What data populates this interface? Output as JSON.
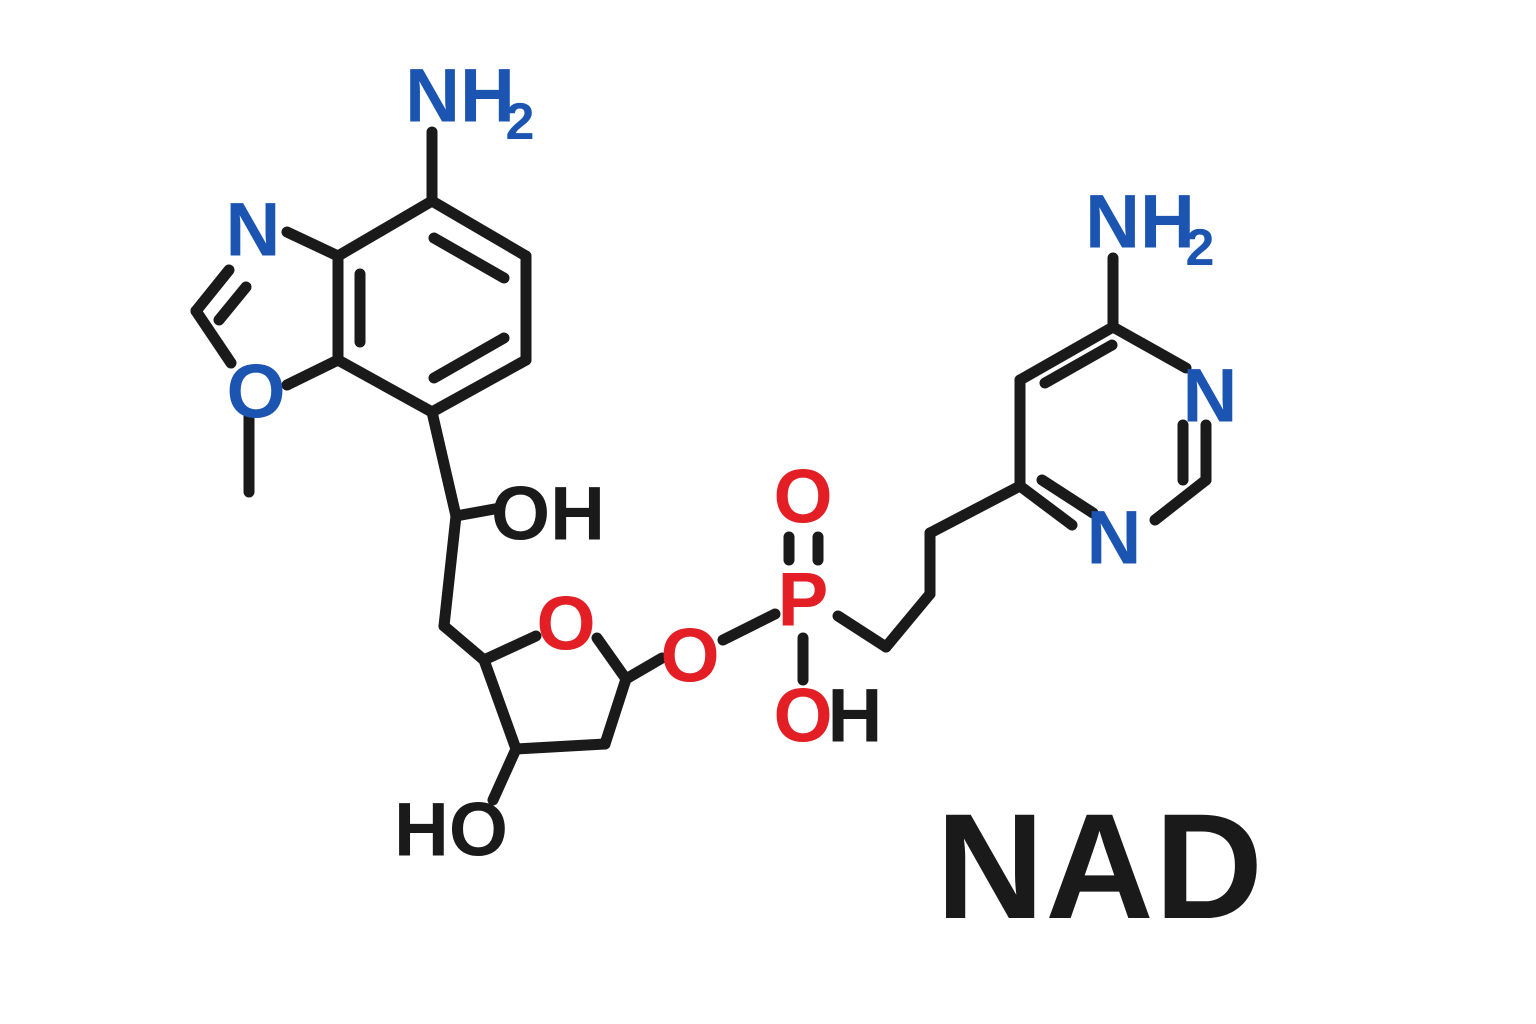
{
  "document": {
    "title": "NAD",
    "kind": "chemical-structure-diagram",
    "background_color": "#ffffff"
  },
  "palette": {
    "bond_black": "#1a1a1a",
    "nitrogen_blue": "#1c54b2",
    "oxygen_red": "#e31e24",
    "phosphorus_red": "#e31e24",
    "carbon_black": "#1a1a1a"
  },
  "caption": {
    "text": "NAD"
  },
  "labels": {
    "amine_left": {
      "element": "NH",
      "subscript": "2",
      "color": "#1c54b2"
    },
    "amine_right": {
      "element": "NH",
      "subscript": "2",
      "color": "#1c54b2"
    },
    "oxazole_nitrogen": {
      "element": "N",
      "color": "#1c54b2"
    },
    "oxazole_oxygen": {
      "element": "O",
      "color": "#1c54b2"
    },
    "pyrimidine_n1": {
      "element": "N",
      "color": "#1c54b2"
    },
    "pyrimidine_n3": {
      "element": "N",
      "color": "#1c54b2"
    },
    "secondary_hydroxyl": {
      "element": "OH",
      "color": "#1a1a1a"
    },
    "ring_hydroxyl": {
      "element": "HO",
      "color": "#1a1a1a"
    },
    "furanose_oxygen": {
      "element": "O",
      "color": "#e31e24"
    },
    "ester_oxygen": {
      "element": "O",
      "color": "#e31e24"
    },
    "phosphoryl_oxygen": {
      "element": "O",
      "color": "#e31e24"
    },
    "phosphorus": {
      "element": "P",
      "color": "#e31e24"
    },
    "phosphate_hydroxyl_o": {
      "element": "O",
      "color": "#e31e24"
    },
    "phosphate_hydroxyl_h": {
      "element": "H",
      "color": "#1a1a1a"
    }
  },
  "chart_data": {
    "type": "diagram",
    "title": "NAD",
    "subtitle": "",
    "xlabel": "",
    "ylabel": "",
    "description": "Skeletal (line-angle) chemical structure drawing of NAD showing a 4-amino-benzoxazole-like bicyclic aromatic system on the left, a CH(OH) linker, a furanose (oxolane) sugar ring bearing a hydroxyl, an ester oxygen to a phosphonate / phosphate group P(=O)(OH), a propylene chain, and an amino-pyrimidine ring on the right.",
    "fragments": [
      {
        "name": "amino-benzoxazole",
        "position": "left",
        "features": [
          "NH2 substituent",
          "ring N",
          "ring O",
          "O-methyl",
          "fused benzene with 3 double bonds"
        ]
      },
      {
        "name": "carbinol-linker",
        "position": "center-left",
        "features": [
          "CH(OH)"
        ]
      },
      {
        "name": "furanose-ring",
        "position": "center",
        "features": [
          "ring oxygen O",
          "hydroxyl HO",
          "anomeric C-O ester"
        ]
      },
      {
        "name": "phosphate",
        "position": "center-right",
        "features": [
          "P",
          "P=O double bond",
          "P-OH",
          "P-O ester"
        ]
      },
      {
        "name": "propylene-chain",
        "position": "right-center",
        "features": [
          "three CH2 units"
        ]
      },
      {
        "name": "amino-pyrimidine",
        "position": "right",
        "features": [
          "NH2 substituent",
          "N1",
          "N3",
          "two ring double bonds"
        ]
      }
    ],
    "atom_counts": {
      "nitrogen_labels": 4,
      "oxygen_labels": 6,
      "phosphorus_labels": 1
    }
  }
}
